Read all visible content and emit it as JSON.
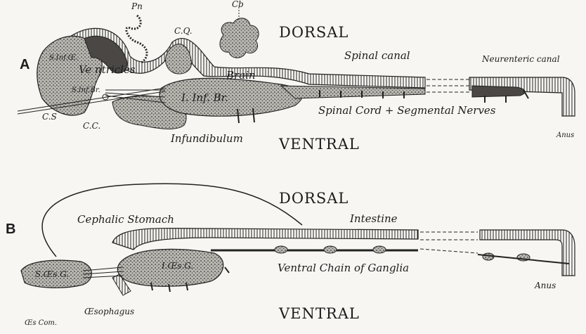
{
  "diagram_a": {
    "panel_label": "A",
    "dorsal": "DORSAL",
    "ventral": "VENTRAL",
    "labels": {
      "pn": "Pn",
      "cb": "Cb",
      "cq": "C.Q.",
      "s_inf_oe": "S.Inf.Œ.",
      "ventricles": "Ve    ntricles",
      "brain": "Brain",
      "spinal_canal": "Spinal canal",
      "neurenteric_canal": "Neurenteric canal",
      "i_inf_br": "I. Inf. Br.",
      "s_inf_br": "S.Inf.Br.",
      "spinal_cord": "Spinal Cord + Segmental Nerves",
      "cs": "C.S",
      "cc": "C.C.",
      "infundibulum": "Infundibulum",
      "anus": "Anus"
    }
  },
  "diagram_b": {
    "panel_label": "B",
    "dorsal": "DORSAL",
    "ventral": "VENTRAL",
    "labels": {
      "cephalic_stomach": "Cephalic Stomach",
      "intestine": "Intestine",
      "s_oes_g": "S.Œs.G.",
      "i_oes_g": "I.Œs.G.",
      "ventral_chain": "Ventral Chain of Ganglia",
      "anus": "Anus",
      "oesophagus": "Œsophagus",
      "oes_com": "Œs Com."
    }
  }
}
